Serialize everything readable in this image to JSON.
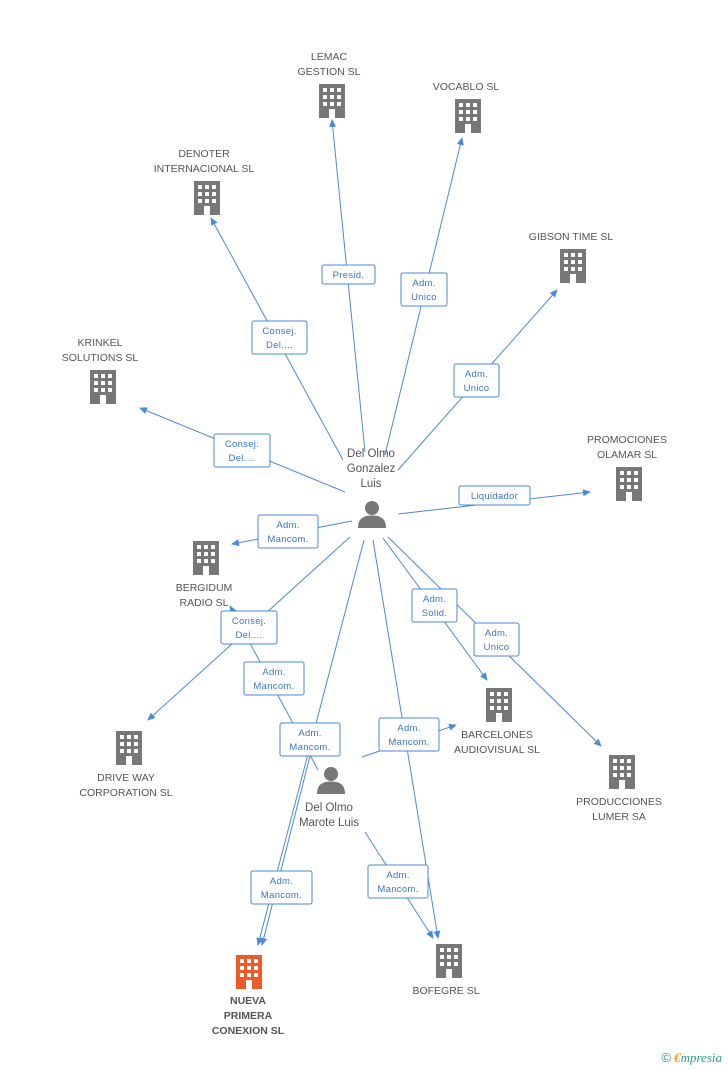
{
  "colors": {
    "edge": "#4a8ad8",
    "building": "#777777",
    "focus_building": "#f05a28",
    "person": "#777777",
    "brand_teal": "#2a9d8f",
    "brand_orange": "#e8a020"
  },
  "persons": [
    {
      "id": "p1",
      "lines": [
        "Del Olmo",
        "Gonzalez",
        "Luis"
      ]
    },
    {
      "id": "p2",
      "lines": [
        "Del Olmo",
        "Marote Luis"
      ]
    }
  ],
  "companies": [
    {
      "id": "lemac",
      "lines": [
        "LEMAC",
        "GESTION SL"
      ],
      "focus": false
    },
    {
      "id": "vocablo",
      "lines": [
        "VOCABLO SL"
      ],
      "focus": false
    },
    {
      "id": "denoter",
      "lines": [
        "DENOTER",
        "INTERNACIONAL SL"
      ],
      "focus": false
    },
    {
      "id": "gibson",
      "lines": [
        "GIBSON TIME SL"
      ],
      "focus": false
    },
    {
      "id": "krinkel",
      "lines": [
        "KRINKEL",
        "SOLUTIONS SL"
      ],
      "focus": false
    },
    {
      "id": "promociones",
      "lines": [
        "PROMOCIONES",
        "OLAMAR SL"
      ],
      "focus": false
    },
    {
      "id": "bergidum",
      "lines": [
        "BERGIDUM",
        "RADIO SL"
      ],
      "focus": false
    },
    {
      "id": "driveway",
      "lines": [
        "DRIVE WAY",
        "CORPORATION SL"
      ],
      "focus": false
    },
    {
      "id": "barcelones",
      "lines": [
        "BARCELONES",
        "AUDIOVISUAL SL"
      ],
      "focus": false
    },
    {
      "id": "producciones",
      "lines": [
        "PRODUCCIONES",
        "LUMER SA"
      ],
      "focus": false
    },
    {
      "id": "nueva",
      "lines": [
        "NUEVA",
        "PRIMERA",
        "CONEXION SL"
      ],
      "focus": true
    },
    {
      "id": "bofegre",
      "lines": [
        "BOFEGRE SL"
      ],
      "focus": false
    }
  ],
  "relations": [
    {
      "id": "r-lemac",
      "lines": [
        "Presid."
      ]
    },
    {
      "id": "r-vocablo",
      "lines": [
        "Adm.",
        "Unico"
      ]
    },
    {
      "id": "r-denoter",
      "lines": [
        "Consej.",
        "Del...."
      ]
    },
    {
      "id": "r-gibson",
      "lines": [
        "Adm.",
        "Unico"
      ]
    },
    {
      "id": "r-krinkel",
      "lines": [
        "Consej.",
        "Del...."
      ]
    },
    {
      "id": "r-promociones",
      "lines": [
        "Liquidador"
      ]
    },
    {
      "id": "r-bergidum-1",
      "lines": [
        "Adm.",
        "Mancom."
      ]
    },
    {
      "id": "r-driveway",
      "lines": [
        "Consej.",
        "Del...."
      ]
    },
    {
      "id": "r-bergidum-2",
      "lines": [
        "Adm.",
        "Mancom."
      ]
    },
    {
      "id": "r-barcelones",
      "lines": [
        "Adm.",
        "Solid."
      ]
    },
    {
      "id": "r-producciones",
      "lines": [
        "Adm.",
        "Unico"
      ]
    },
    {
      "id": "r-nueva-1",
      "lines": [
        "Adm.",
        "Mancom."
      ]
    },
    {
      "id": "r-barcelones-2",
      "lines": [
        "Adm.",
        "Mancom."
      ]
    },
    {
      "id": "r-nueva-2",
      "lines": [
        "Adm.",
        "Mancom."
      ]
    },
    {
      "id": "r-bofegre",
      "lines": [
        "Adm.",
        "Mancom."
      ]
    }
  ],
  "footer": {
    "copyright_symbol": "©",
    "brand_initial": "€",
    "brand_rest": "mpresia"
  }
}
